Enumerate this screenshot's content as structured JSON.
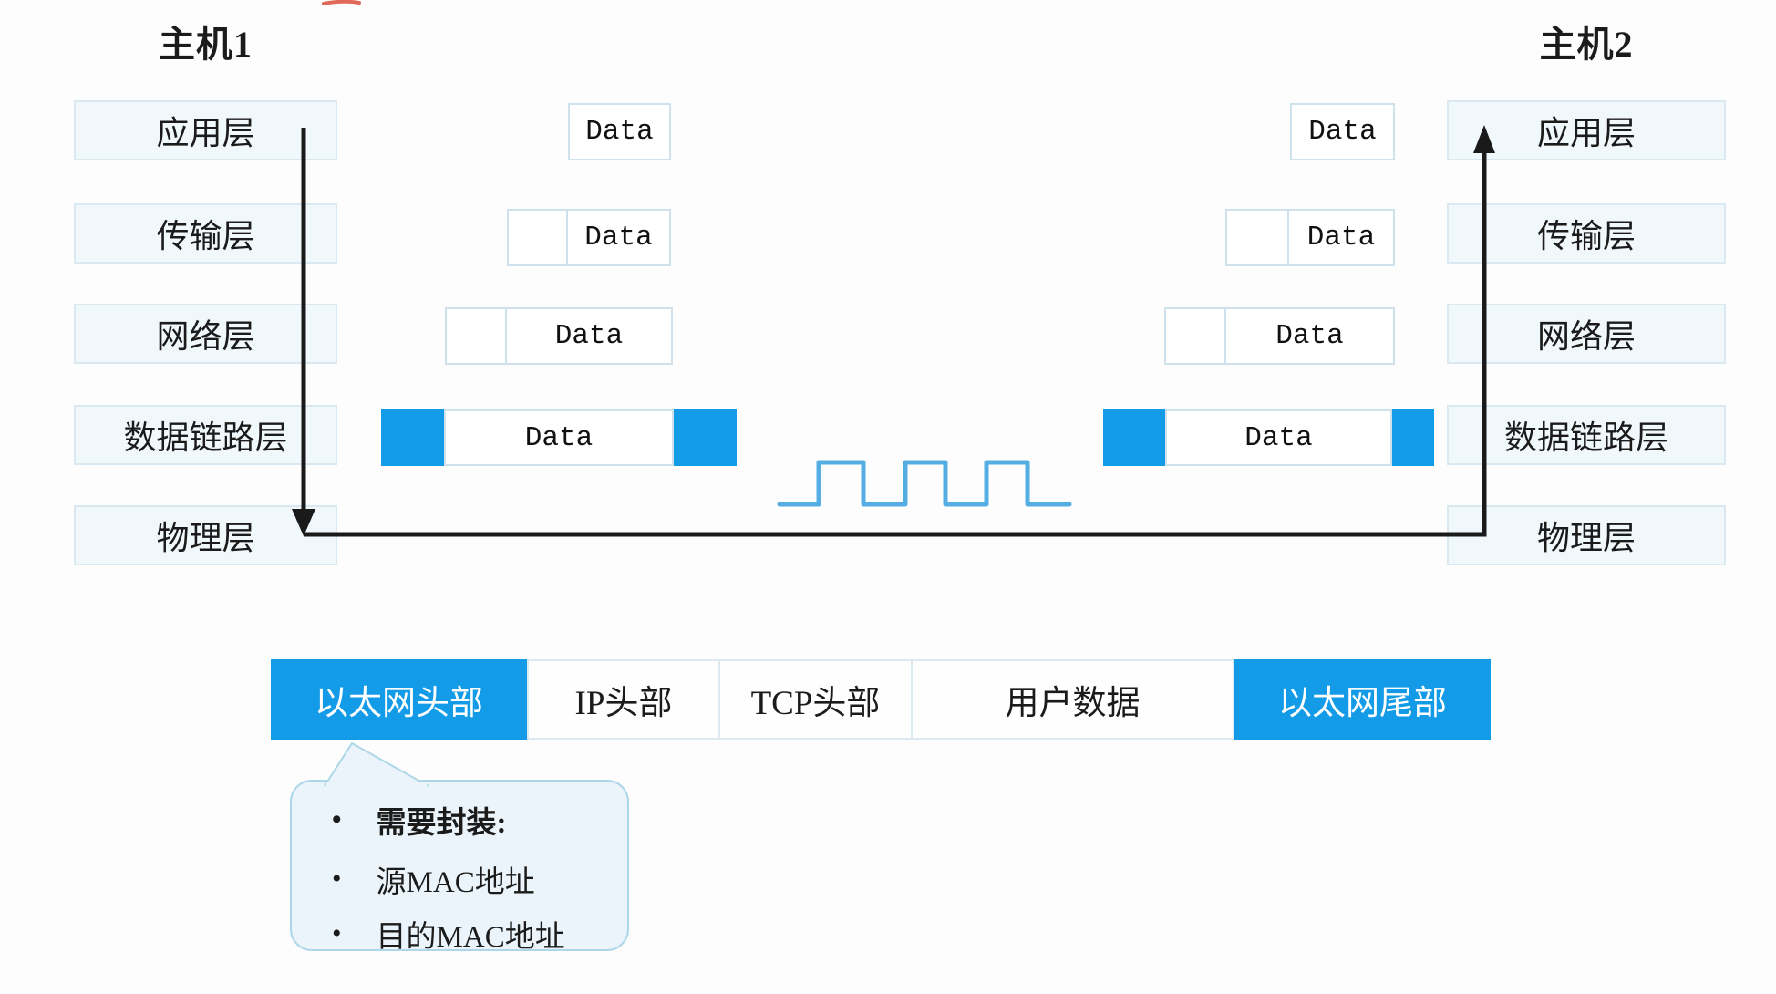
{
  "host1": {
    "title": "主机1",
    "layers": [
      "应用层",
      "传输层",
      "网络层",
      "数据链路层",
      "物理层"
    ]
  },
  "host2": {
    "title": "主机2",
    "layers": [
      "应用层",
      "传输层",
      "网络层",
      "数据链路层",
      "物理层"
    ]
  },
  "packet_label": "Data",
  "frame": {
    "segments": [
      {
        "label": "以太网头部",
        "style": "header"
      },
      {
        "label": "IP头部",
        "style": "plain"
      },
      {
        "label": "TCP头部",
        "style": "plain"
      },
      {
        "label": "用户数据",
        "style": "plain"
      },
      {
        "label": "以太网尾部",
        "style": "header"
      }
    ]
  },
  "callout": {
    "bullet": "•",
    "items": [
      "需要封装:",
      "源MAC地址",
      "目的MAC地址"
    ]
  },
  "colors": {
    "accent-blue": "#149BE8",
    "wave-blue": "#55AEE3",
    "box-fill": "#F1F8FC",
    "box-border": "#D9E8F1",
    "pkt-border": "#CFE1EB",
    "bubble-fill": "#EAF4FA",
    "bubble-border": "#ADD7E9",
    "arrow-black": "#1A1A1A",
    "red-mark": "#E06A5A"
  }
}
